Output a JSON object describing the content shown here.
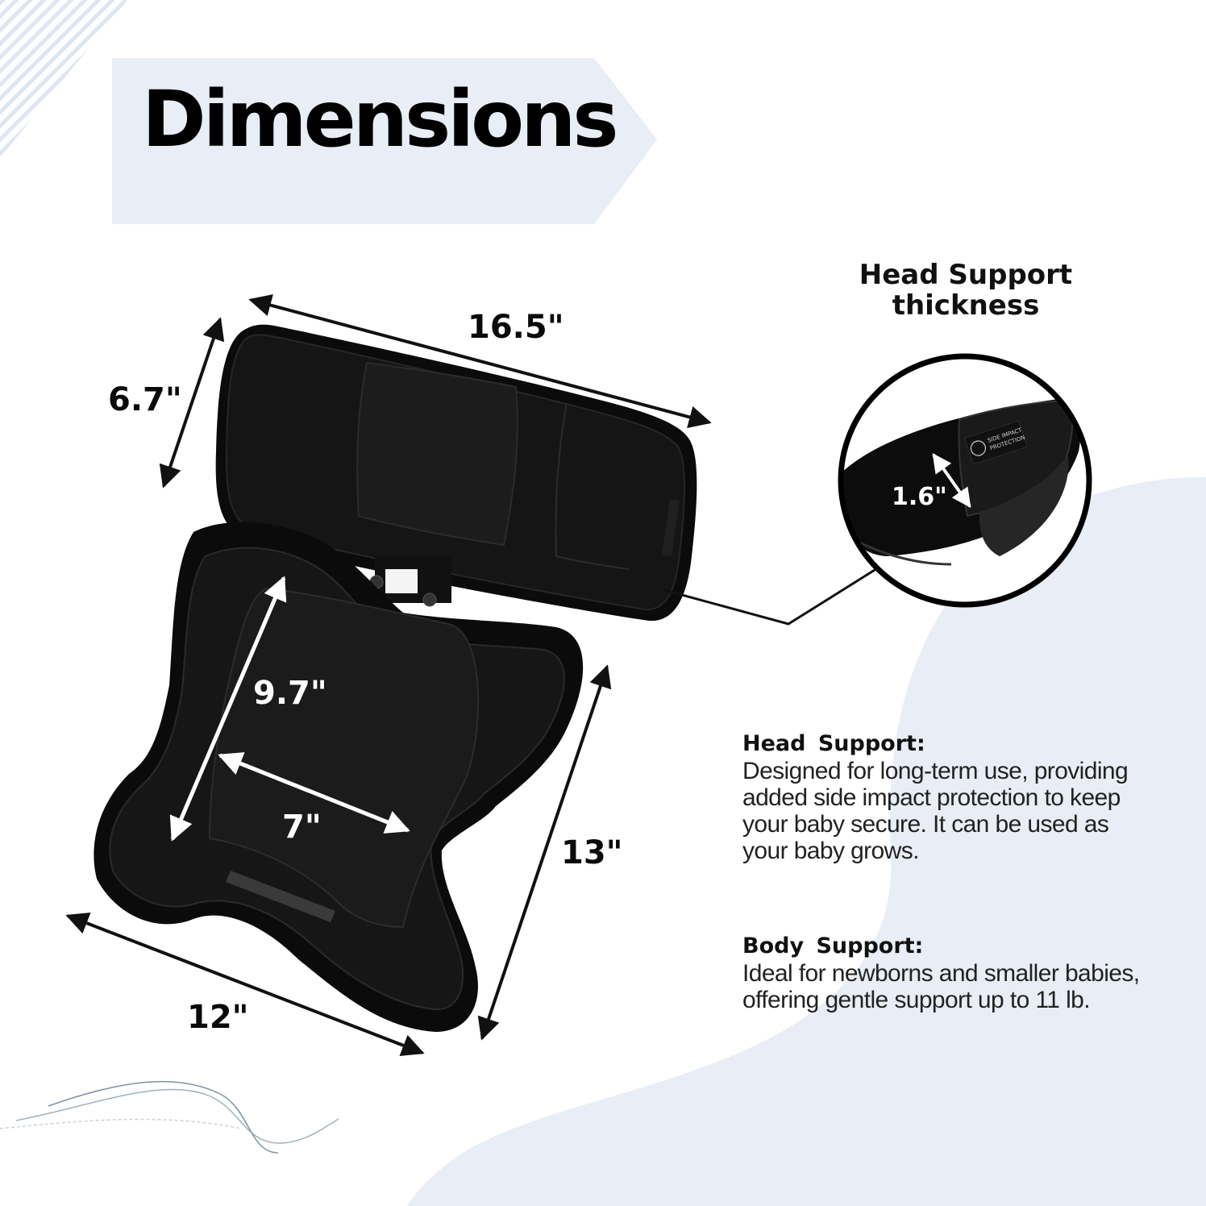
{
  "title": "Dimensions",
  "dimensions": {
    "head_width": "16.5\"",
    "head_height": "6.7\"",
    "body_inner_height": "9.7\"",
    "body_inner_width": "7\"",
    "body_height": "13\"",
    "body_width": "12\"",
    "head_thickness": "1.6\""
  },
  "callout": {
    "title_line1": "Head Support",
    "title_line2": "thickness",
    "tag_line1": "SIDE IMPACT",
    "tag_line2": "PROTECTION"
  },
  "info": [
    {
      "heading": "Head Support:",
      "lines": [
        "Designed for long-term use, providing",
        "added side impact protection to keep",
        "your baby secure. It can be used as",
        "your baby grows."
      ]
    },
    {
      "heading": "Body Support:",
      "lines": [
        "Ideal for newborns and smaller babies,",
        "offering gentle support up to 11 lb."
      ]
    }
  ],
  "colors": {
    "banner": "#e8edf6",
    "blob": "#e9eef6",
    "pad": "#0b0b0b",
    "arrow": "#111111"
  }
}
